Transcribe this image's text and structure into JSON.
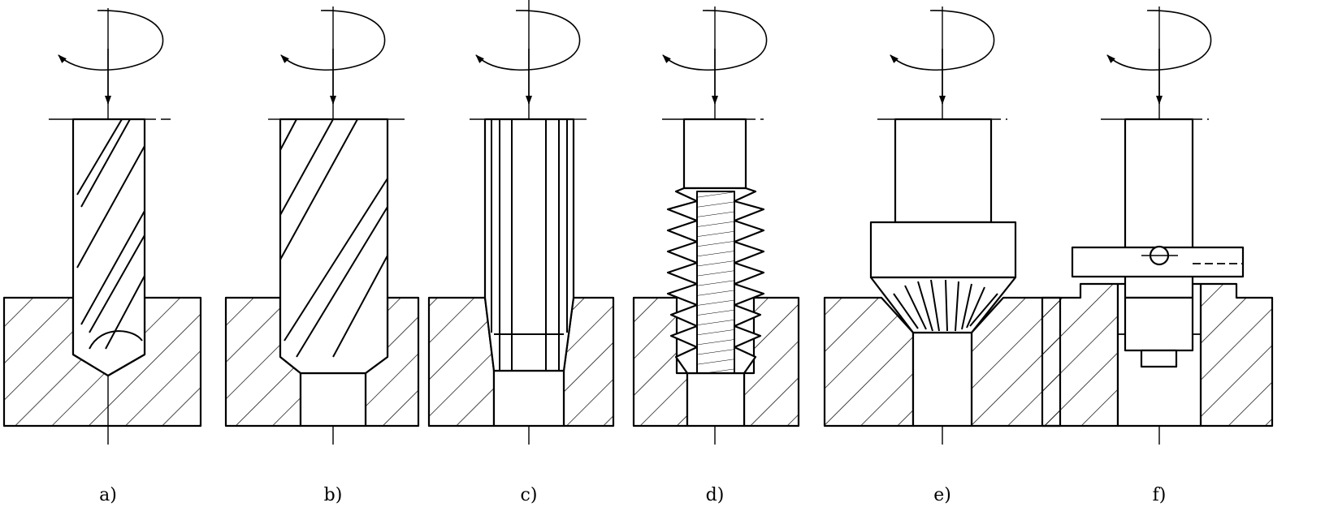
{
  "figure": {
    "panels": [
      {
        "id": "a",
        "label": "a)",
        "tool": "twist-drill"
      },
      {
        "id": "b",
        "label": "b)",
        "tool": "core-drill"
      },
      {
        "id": "c",
        "label": "c)",
        "tool": "reamer"
      },
      {
        "id": "d",
        "label": "d)",
        "tool": "tap"
      },
      {
        "id": "e",
        "label": "e)",
        "tool": "countersink"
      },
      {
        "id": "f",
        "label": "f)",
        "tool": "counterbore"
      }
    ],
    "colors": {
      "line": "#000000",
      "background": "#ffffff"
    }
  }
}
